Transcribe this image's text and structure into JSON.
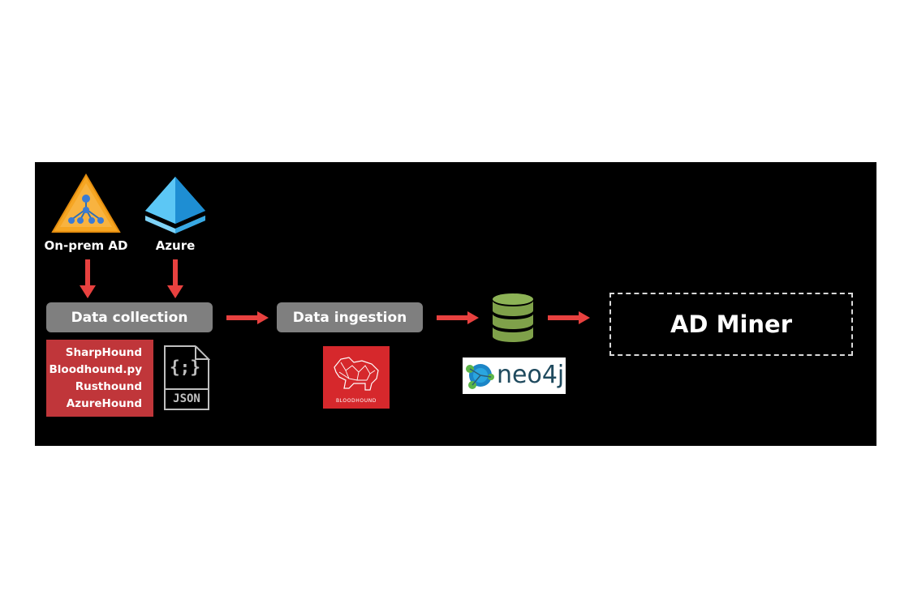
{
  "sources": [
    {
      "label": "On-prem AD",
      "icon": "active-directory-icon"
    },
    {
      "label": "Azure",
      "icon": "azure-ad-icon"
    }
  ],
  "stages": {
    "collection": "Data collection",
    "ingestion": "Data ingestion"
  },
  "collectors": [
    "SharpHound",
    "Bloodhound.py",
    "Rusthound",
    "AzureHound"
  ],
  "json_icon_label": "JSON",
  "json_icon_braces": "{;}",
  "bloodhound_logo_text": "BLOODHOUND",
  "neo4j_logo_text": "neo4j",
  "final": "AD Miner",
  "colors": {
    "background": "#000000",
    "arrow": "#e8413f",
    "stage_box": "#7f7f7f",
    "tools_box": "#c0363a",
    "database": "#7fa14a"
  }
}
